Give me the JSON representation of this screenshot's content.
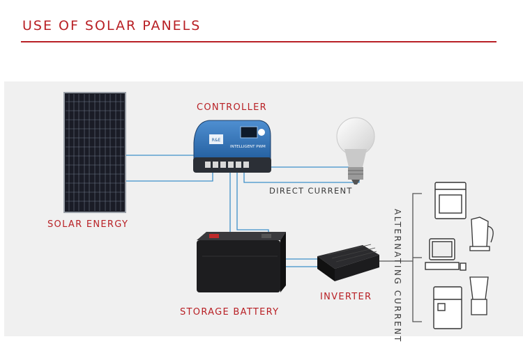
{
  "header": {
    "title": "USE OF SOLAR PANELS"
  },
  "diagram": {
    "controller_label": "CONTROLLER",
    "controller_text": "INTELLIGENT PWM",
    "controller_brand": "R&E",
    "solar_label": "SOLAR ENERGY",
    "direct_current_label": "DIRECT CURRENT",
    "battery_label": "STORAGE BATTERY",
    "inverter_label": "INVERTER",
    "alternating_current_label": "ALTERNATING CURRENT"
  },
  "colors": {
    "accent": "#b81f24",
    "line": "#3d8fc9",
    "panel_bg": "#f0f0f0"
  }
}
